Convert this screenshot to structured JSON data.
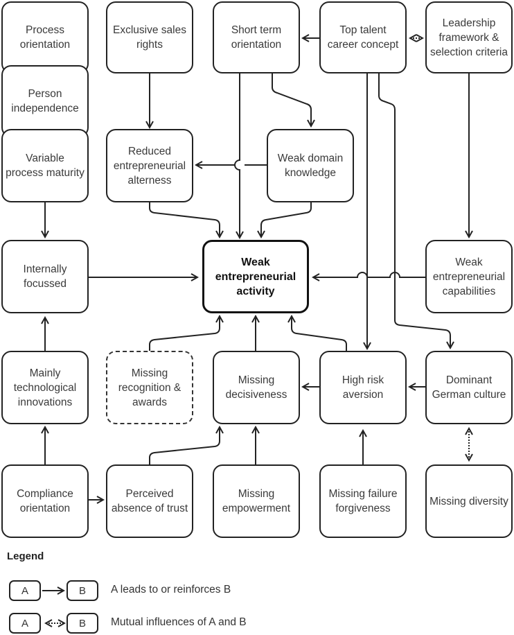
{
  "diagram": {
    "nodes": {
      "process_orientation": "Process orientation",
      "person_independence": "Person independence",
      "variable_process_maturity": "Variable process maturity",
      "exclusive_sales_rights": "Exclusive sales rights",
      "reduced_alertness": "Reduced entrepreneurial alterness",
      "short_term_orientation": "Short term orientation",
      "weak_domain_knowledge": "Weak domain knowledge",
      "top_talent_career": "Top talent career concept",
      "leadership_framework": "Leadership framework & selection criteria",
      "internally_focussed": "Internally focussed",
      "weak_entrepreneurial_activity": "Weak entrepreneurial activity",
      "weak_entrepreneurial_capabilities": "Weak entrepreneurial capabilities",
      "mainly_technological": "Mainly technological innovations",
      "missing_recognition": "Missing recognition & awards",
      "missing_decisiveness": "Missing decisiveness",
      "high_risk_aversion": "High risk aversion",
      "dominant_german_culture": "Dominant German culture",
      "compliance_orientation": "Compliance orientation",
      "perceived_absence_trust": "Perceived absence of trust",
      "missing_empowerment": "Missing empowerment",
      "missing_failure_forgiveness": "Missing failure forgiveness",
      "missing_diversity": "Missing diversity"
    },
    "edges": [
      {
        "from": "exclusive_sales_rights",
        "to": "reduced_alertness",
        "type": "leads"
      },
      {
        "from": "top_talent_career",
        "to": "short_term_orientation",
        "type": "leads"
      },
      {
        "from": "top_talent_career",
        "to": "leadership_framework",
        "type": "mutual"
      },
      {
        "from": "short_term_orientation",
        "to": "weak_domain_knowledge",
        "type": "leads"
      },
      {
        "from": "short_term_orientation",
        "to": "weak_entrepreneurial_activity",
        "type": "leads"
      },
      {
        "from": "weak_domain_knowledge",
        "to": "reduced_alertness",
        "type": "leads"
      },
      {
        "from": "reduced_alertness",
        "to": "weak_entrepreneurial_activity",
        "type": "leads"
      },
      {
        "from": "weak_domain_knowledge",
        "to": "weak_entrepreneurial_activity",
        "type": "leads"
      },
      {
        "from": "variable_process_maturity",
        "to": "internally_focussed",
        "type": "leads"
      },
      {
        "from": "internally_focussed",
        "to": "weak_entrepreneurial_activity",
        "type": "leads"
      },
      {
        "from": "leadership_framework",
        "to": "weak_entrepreneurial_capabilities",
        "type": "leads"
      },
      {
        "from": "weak_entrepreneurial_capabilities",
        "to": "weak_entrepreneurial_activity",
        "type": "leads"
      },
      {
        "from": "top_talent_career",
        "to": "high_risk_aversion",
        "type": "leads"
      },
      {
        "from": "top_talent_career",
        "to": "dominant_german_culture",
        "type": "leads"
      },
      {
        "from": "mainly_technological",
        "to": "internally_focussed",
        "type": "leads"
      },
      {
        "from": "missing_recognition",
        "to": "weak_entrepreneurial_activity",
        "type": "leads"
      },
      {
        "from": "missing_decisiveness",
        "to": "weak_entrepreneurial_activity",
        "type": "leads"
      },
      {
        "from": "high_risk_aversion",
        "to": "weak_entrepreneurial_activity",
        "type": "leads"
      },
      {
        "from": "high_risk_aversion",
        "to": "missing_decisiveness",
        "type": "leads"
      },
      {
        "from": "dominant_german_culture",
        "to": "high_risk_aversion",
        "type": "leads"
      },
      {
        "from": "dominant_german_culture",
        "to": "missing_diversity",
        "type": "mutual"
      },
      {
        "from": "compliance_orientation",
        "to": "mainly_technological",
        "type": "leads"
      },
      {
        "from": "compliance_orientation",
        "to": "perceived_absence_trust",
        "type": "leads"
      },
      {
        "from": "perceived_absence_trust",
        "to": "missing_decisiveness",
        "type": "leads"
      },
      {
        "from": "missing_empowerment",
        "to": "missing_decisiveness",
        "type": "leads"
      },
      {
        "from": "missing_failure_forgiveness",
        "to": "high_risk_aversion",
        "type": "leads"
      }
    ]
  },
  "legend": {
    "title": "Legend",
    "box_a": "A",
    "box_b": "B",
    "leads_desc": "A leads to or reinforces B",
    "mutual_desc": "Mutual influences of A and B"
  }
}
